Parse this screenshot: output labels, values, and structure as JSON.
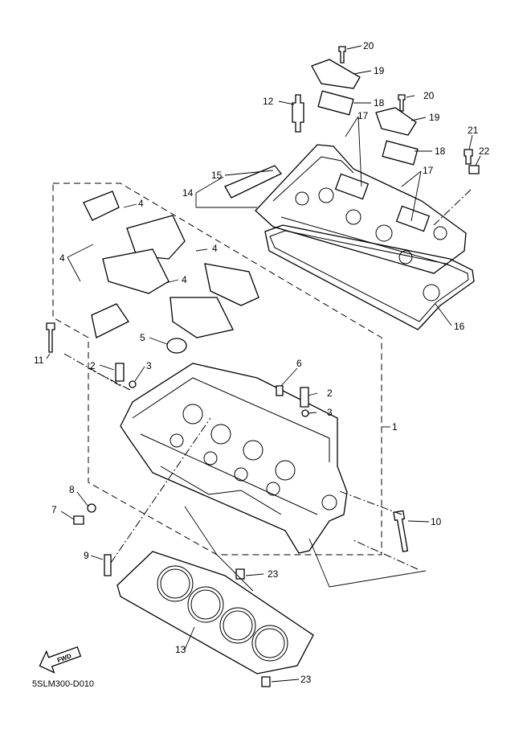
{
  "diagram_code": "5SLM300-D010",
  "fwd_arrow_text": "FWD",
  "callouts": {
    "c1": "1",
    "c2a": "2",
    "c2b": "2",
    "c3a": "3",
    "c3b": "3",
    "c4a": "4",
    "c4b": "4",
    "c4c": "4",
    "c4d": "4",
    "c5": "5",
    "c6": "6",
    "c7": "7",
    "c8": "8",
    "c9": "9",
    "c10": "10",
    "c11": "11",
    "c12": "12",
    "c13": "13",
    "c14": "14",
    "c15": "15",
    "c16": "16",
    "c17a": "17",
    "c17b": "17",
    "c18a": "18",
    "c18b": "18",
    "c19a": "19",
    "c19b": "19",
    "c20a": "20",
    "c20b": "20",
    "c21": "21",
    "c22": "22",
    "c23a": "23",
    "c23b": "23"
  }
}
